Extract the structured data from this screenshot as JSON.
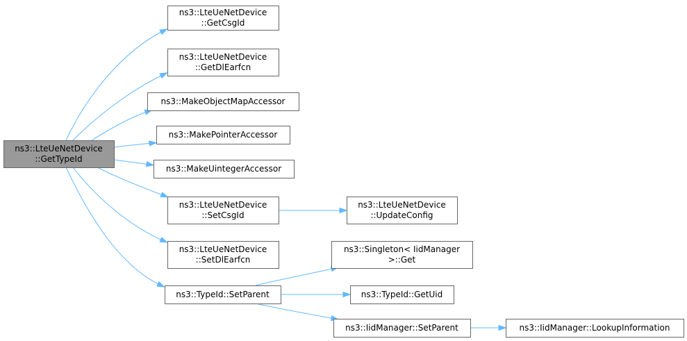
{
  "diagram": {
    "type": "call-graph",
    "colors": {
      "edge": "#63b8ff",
      "root_fill": "#999999",
      "node_fill": "#ffffff",
      "node_border": "#666666"
    },
    "nodes": [
      {
        "id": "root",
        "lines": [
          "ns3::LteUeNetDevice",
          "::GetTypeId"
        ],
        "highlight": true
      },
      {
        "id": "getcsgid",
        "lines": [
          "ns3::LteUeNetDevice",
          "::GetCsgId"
        ]
      },
      {
        "id": "getdlearfcn",
        "lines": [
          "ns3::LteUeNetDevice",
          "::GetDlEarfcn"
        ]
      },
      {
        "id": "makeobjectmap",
        "lines": [
          "ns3::MakeObjectMapAccessor"
        ]
      },
      {
        "id": "makepointer",
        "lines": [
          "ns3::MakePointerAccessor"
        ]
      },
      {
        "id": "makeuinteger",
        "lines": [
          "ns3::MakeUintegerAccessor"
        ]
      },
      {
        "id": "setcsgid",
        "lines": [
          "ns3::LteUeNetDevice",
          "::SetCsgId"
        ]
      },
      {
        "id": "setdlearfcn",
        "lines": [
          "ns3::LteUeNetDevice",
          "::SetDlEarfcn"
        ]
      },
      {
        "id": "setparent",
        "lines": [
          "ns3::TypeId::SetParent"
        ]
      },
      {
        "id": "updateconfig",
        "lines": [
          "ns3::LteUeNetDevice",
          "::UpdateConfig"
        ]
      },
      {
        "id": "singletonget",
        "lines": [
          "ns3::Singleton< IidManager",
          ">::Get"
        ]
      },
      {
        "id": "getuid",
        "lines": [
          "ns3::TypeId::GetUid"
        ]
      },
      {
        "id": "iidsetparent",
        "lines": [
          "ns3::IidManager::SetParent"
        ]
      },
      {
        "id": "lookupinfo",
        "lines": [
          "ns3::IidManager::LookupInformation"
        ]
      }
    ],
    "edges": [
      {
        "from": "root",
        "to": "getcsgid"
      },
      {
        "from": "root",
        "to": "getdlearfcn"
      },
      {
        "from": "root",
        "to": "makeobjectmap"
      },
      {
        "from": "root",
        "to": "makepointer"
      },
      {
        "from": "root",
        "to": "makeuinteger"
      },
      {
        "from": "root",
        "to": "setcsgid"
      },
      {
        "from": "root",
        "to": "setdlearfcn"
      },
      {
        "from": "root",
        "to": "setparent"
      },
      {
        "from": "setcsgid",
        "to": "updateconfig"
      },
      {
        "from": "setparent",
        "to": "singletonget"
      },
      {
        "from": "setparent",
        "to": "getuid"
      },
      {
        "from": "setparent",
        "to": "iidsetparent"
      },
      {
        "from": "iidsetparent",
        "to": "lookupinfo"
      }
    ]
  }
}
